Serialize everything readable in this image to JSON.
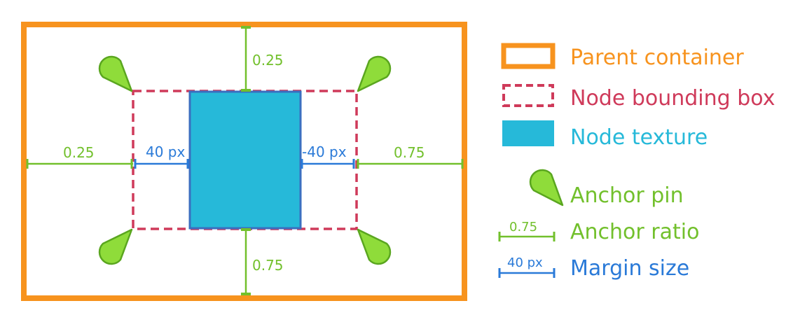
{
  "colors": {
    "parent": "#f7931e",
    "bbox": "#cf3a5a",
    "texture_fill": "#26b9d9",
    "texture_stroke": "#3a6fc0",
    "anchor_green": "#72c02c",
    "anchor_fill": "#8fdc3a",
    "margin_blue": "#2a7ad8"
  },
  "diagram": {
    "top_anchor_ratio": "0.25",
    "bottom_anchor_ratio": "0.75",
    "left_anchor_ratio": "0.25",
    "right_anchor_ratio": "0.75",
    "left_margin": "40 px",
    "right_margin": "-40 px"
  },
  "legend": {
    "parent_container": "Parent container",
    "node_bounding_box": "Node bounding box",
    "node_texture": "Node texture",
    "anchor_pin": "Anchor pin",
    "anchor_ratio": "Anchor ratio",
    "anchor_ratio_sample": "0.75",
    "margin_size": "Margin size",
    "margin_size_sample": "40 px"
  }
}
